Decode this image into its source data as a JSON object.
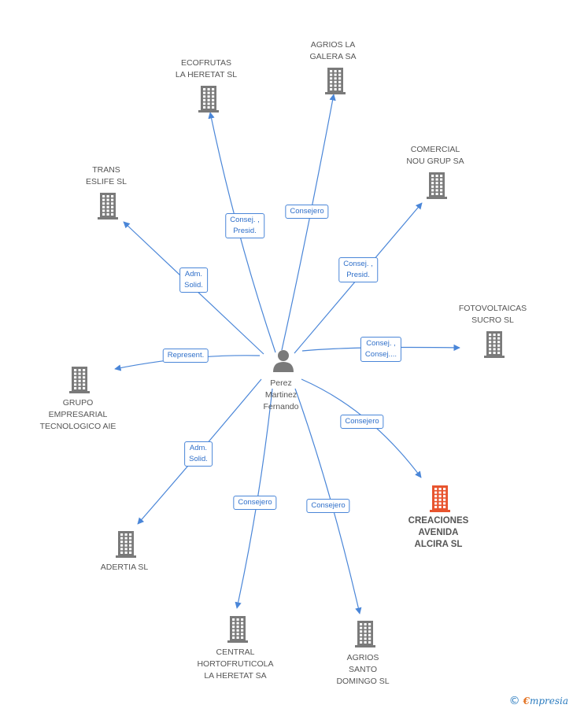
{
  "center": {
    "label_lines": [
      "Perez",
      "Martinez",
      "Fernando"
    ],
    "icon": "person-icon"
  },
  "companies": [
    {
      "id": "ecofrutas",
      "lines": [
        "ECOFRUTAS",
        "LA HERETAT SL"
      ],
      "edge_lines": [
        "Consej. ,",
        "Presid."
      ]
    },
    {
      "id": "agrios-galera",
      "lines": [
        "AGRIOS LA",
        "GALERA SA"
      ],
      "edge_lines": [
        "Consejero"
      ]
    },
    {
      "id": "trans-eslife",
      "lines": [
        "TRANS",
        "ESLIFE SL"
      ],
      "edge_lines": [
        "Adm.",
        "Solid."
      ]
    },
    {
      "id": "comercial-nou",
      "lines": [
        "COMERCIAL",
        "NOU GRUP SA"
      ],
      "edge_lines": [
        "Consej. ,",
        "Presid."
      ]
    },
    {
      "id": "fotovoltaicas",
      "lines": [
        "FOTOVOLTAICAS",
        "SUCRO SL"
      ],
      "edge_lines": [
        "Consej. ,",
        "Consej...."
      ]
    },
    {
      "id": "grupo-empresarial",
      "lines": [
        "GRUPO",
        "EMPRESARIAL",
        "TECNOLOGICO AIE"
      ],
      "edge_lines": [
        "Represent."
      ]
    },
    {
      "id": "creaciones",
      "lines": [
        "CREACIONES",
        "AVENIDA",
        "ALCIRA SL"
      ],
      "edge_lines": [
        "Consejero"
      ],
      "highlight": true
    },
    {
      "id": "adertia",
      "lines": [
        "ADERTIA SL"
      ],
      "edge_lines": [
        "Adm.",
        "Solid."
      ]
    },
    {
      "id": "central-hortofruticola",
      "lines": [
        "CENTRAL",
        "HORTOFRUTICOLA",
        "LA HERETAT SA"
      ],
      "edge_lines": [
        "Consejero"
      ]
    },
    {
      "id": "agrios-santo",
      "lines": [
        "AGRIOS",
        "SANTO",
        "DOMINGO SL"
      ],
      "edge_lines": [
        "Consejero"
      ]
    }
  ],
  "colors": {
    "edge": "#4a86d8",
    "building": "#7a7a7a",
    "building_highlight": "#e8542e",
    "person": "#7a7a7a"
  },
  "brand": {
    "copyright": "©",
    "first_letter": "€",
    "rest": "mpresia"
  }
}
